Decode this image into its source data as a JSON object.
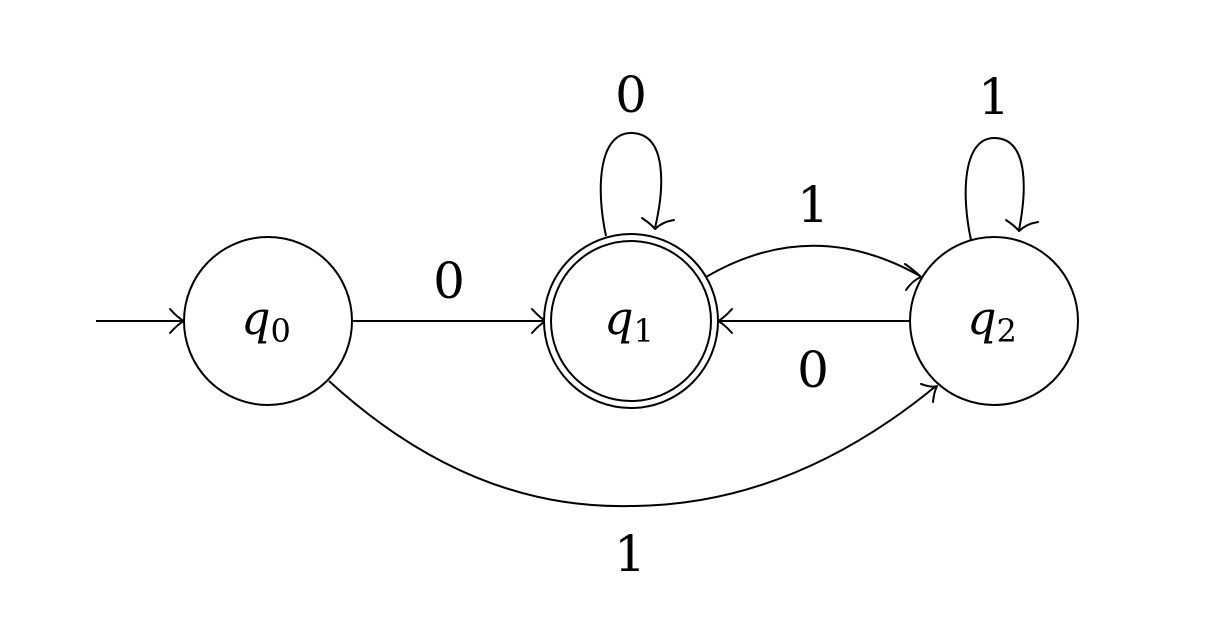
{
  "states": [
    {
      "id": "q0",
      "letter": "q",
      "sub": "0",
      "accepting": false,
      "initial": true
    },
    {
      "id": "q1",
      "letter": "q",
      "sub": "1",
      "accepting": true,
      "initial": false
    },
    {
      "id": "q2",
      "letter": "q",
      "sub": "2",
      "accepting": false,
      "initial": false
    }
  ],
  "transitions": [
    {
      "from": "q0",
      "to": "q1",
      "label": "0"
    },
    {
      "from": "q0",
      "to": "q2",
      "label": "1"
    },
    {
      "from": "q1",
      "to": "q1",
      "label": "0"
    },
    {
      "from": "q1",
      "to": "q2",
      "label": "1"
    },
    {
      "from": "q2",
      "to": "q1",
      "label": "0"
    },
    {
      "from": "q2",
      "to": "q2",
      "label": "1"
    }
  ]
}
